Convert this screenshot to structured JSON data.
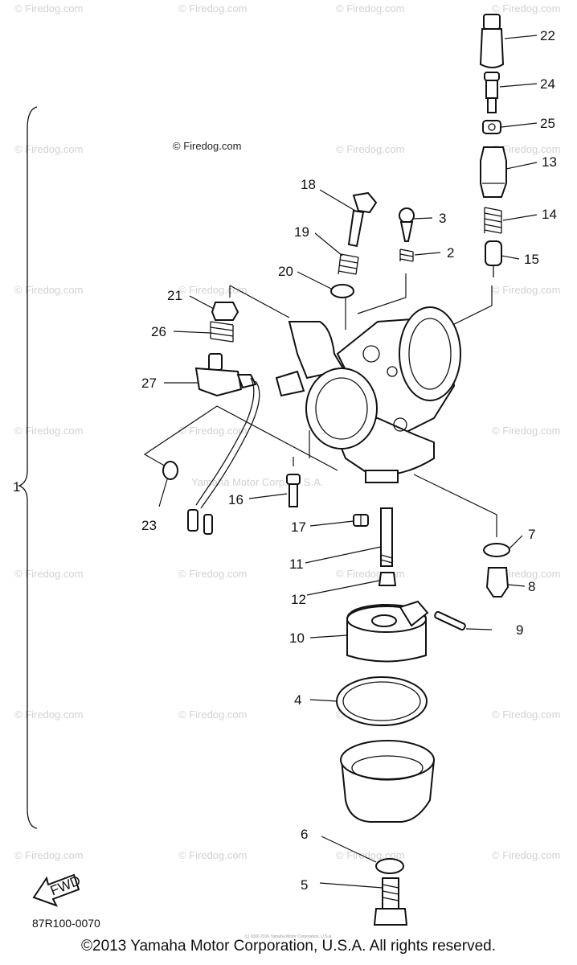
{
  "watermark": "© Firedog.com",
  "watermark_center": "Yamaha Motor Corp., U.S.A.",
  "diagram_code": "87R100-0070",
  "copyright": "©2013 Yamaha Motor Corporation, U.S.A. All rights reserved.",
  "fine_print": "(c) 2006 2016 Yamaha Motor Corporation, U.S.A.",
  "fwd_label": "FWD",
  "callouts": [
    "1",
    "2",
    "3",
    "4",
    "5",
    "6",
    "7",
    "8",
    "9",
    "10",
    "11",
    "12",
    "13",
    "14",
    "15",
    "16",
    "17",
    "18",
    "19",
    "20",
    "21",
    "22",
    "23",
    "24",
    "25",
    "26",
    "27"
  ]
}
